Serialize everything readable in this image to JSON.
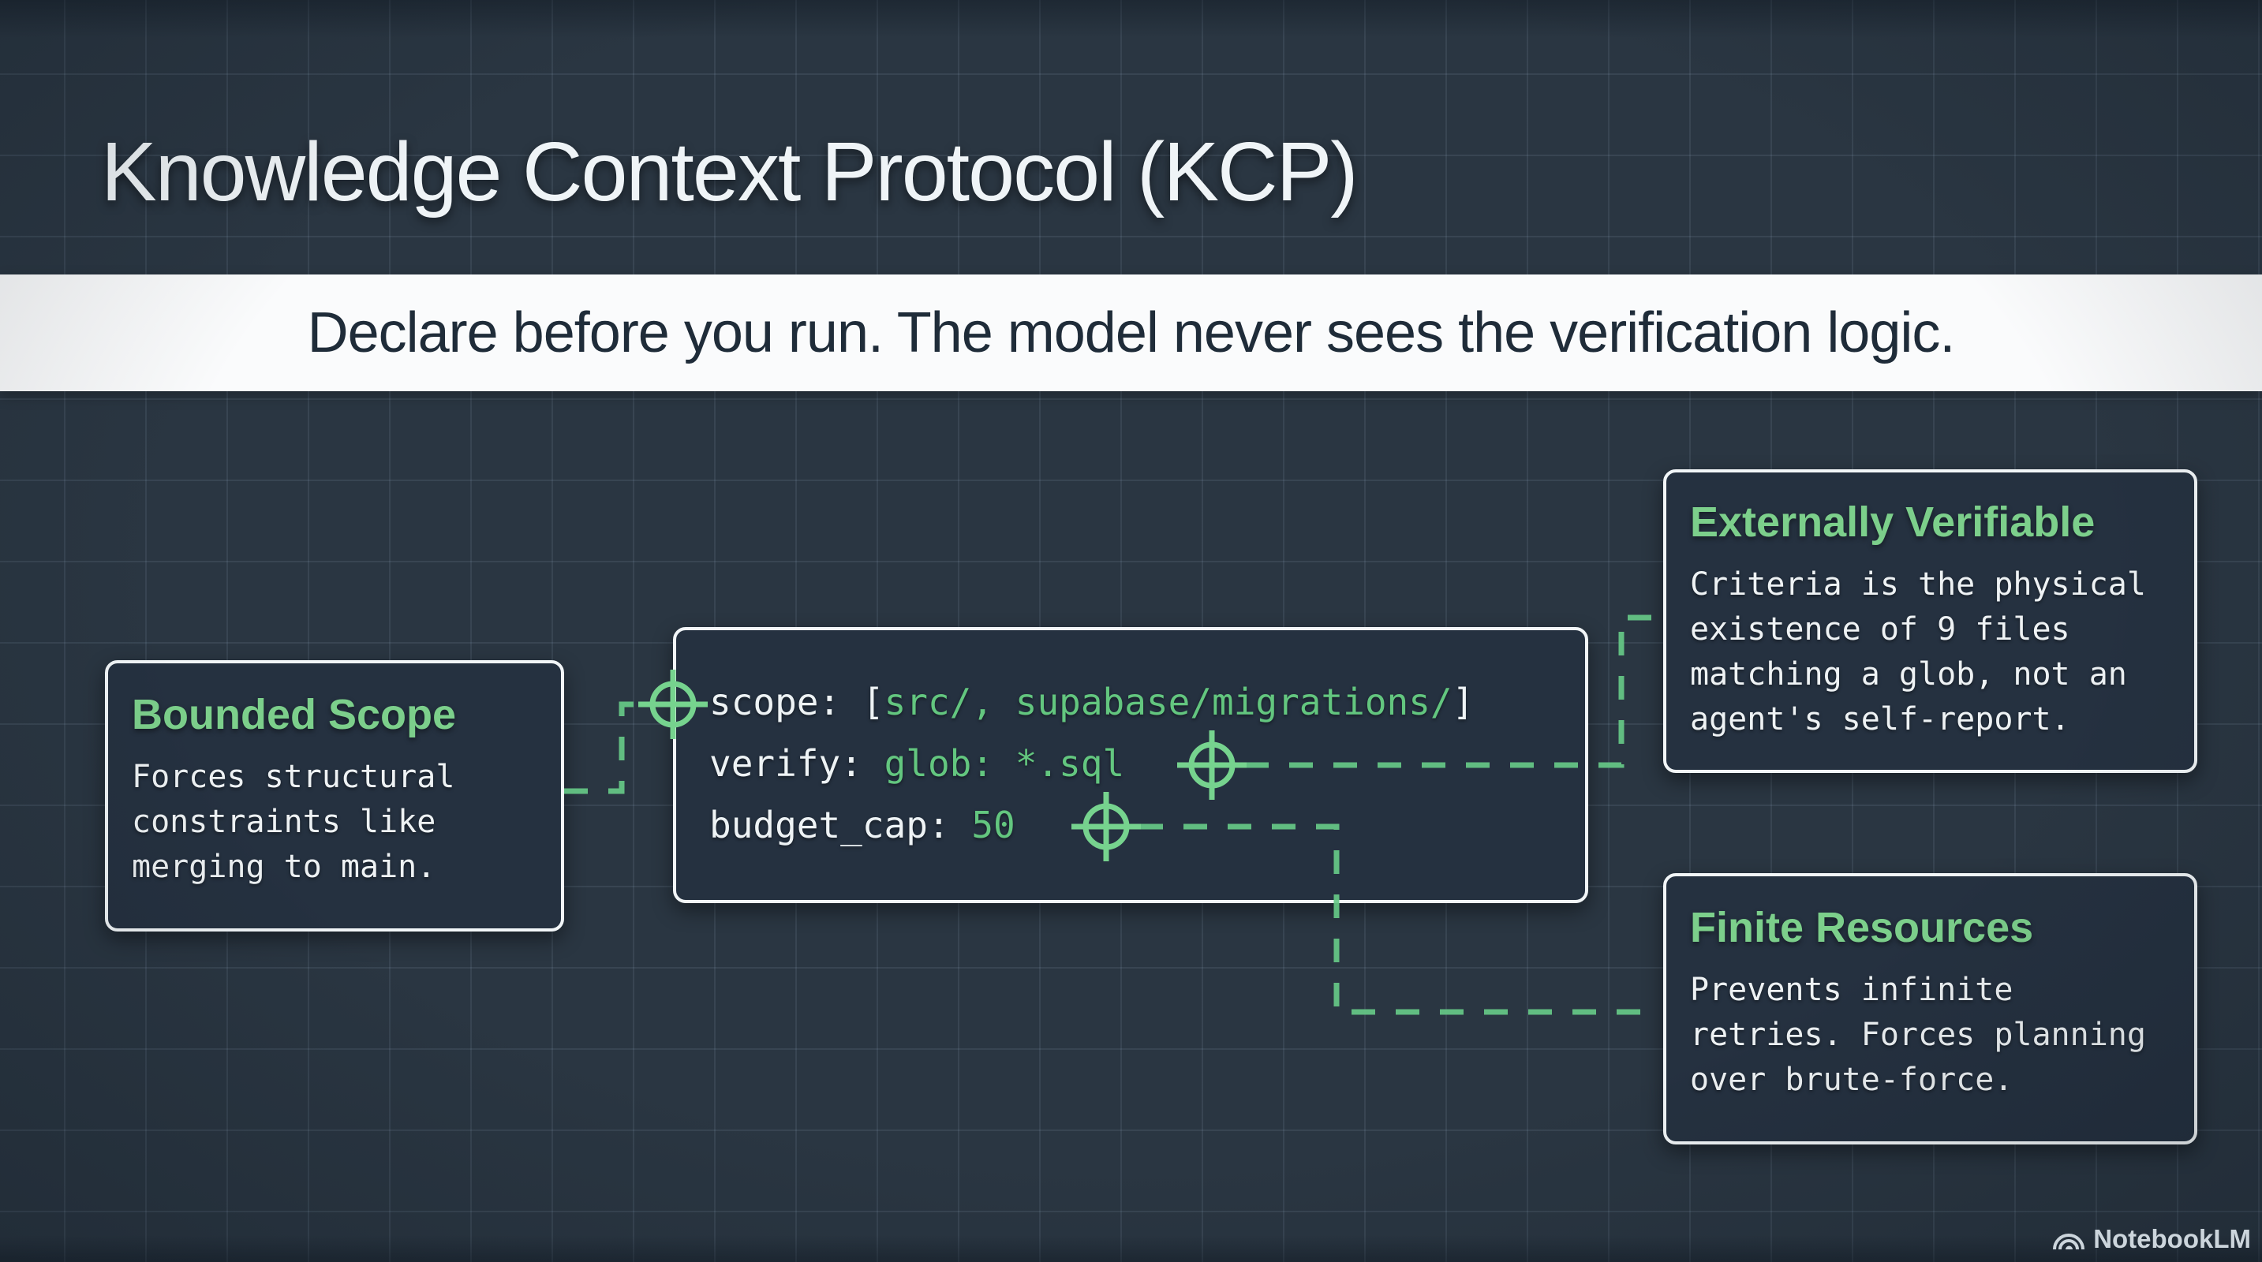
{
  "title": "Knowledge Context Protocol (KCP)",
  "banner": {
    "text": "Declare before you run. The model never sees the verification logic."
  },
  "code_box": {
    "line1": {
      "key": "scope: ",
      "open": "[",
      "value": "src/, supabase/migrations/",
      "close": "]"
    },
    "line2": {
      "key": "verify: ",
      "value": "glob: *.sql"
    },
    "line3": {
      "key": "budget_cap: ",
      "value": "50"
    }
  },
  "boxes": {
    "bounded": {
      "heading": "Bounded Scope",
      "body": "Forces structural\nconstraints like\nmerging to main."
    },
    "external": {
      "heading": "Externally Verifiable",
      "body": "Criteria is the physical\nexistence of 9 files\nmatching a glob, not an\nagent's self-report."
    },
    "finite": {
      "heading": "Finite Resources",
      "body": "Prevents infinite\nretries. Forces planning\nover brute-force."
    }
  },
  "footer": {
    "brand": "NotebookLM"
  },
  "colors": {
    "background": "#2a3642",
    "grid_line": "rgba(173,203,227,0.10)",
    "card_fill": "#253140",
    "card_border": "#f2f6f8",
    "heading_green": "#7ccf8b",
    "code_green": "#63c67f",
    "wire_green": "#66c987",
    "banner_bg": "#fafbfc",
    "banner_text": "#1f2c39",
    "text_white": "#eef2f4"
  }
}
